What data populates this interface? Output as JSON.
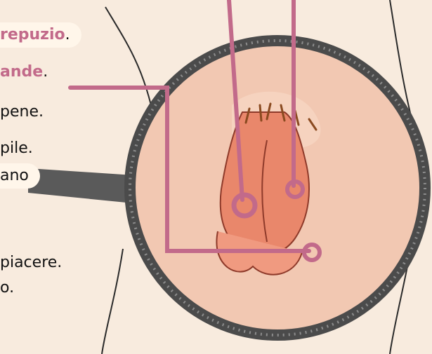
{
  "labels": {
    "prepuzio": {
      "prefix": "",
      "term": "repuzio",
      "suffix": "."
    },
    "glande": {
      "prefix": "",
      "term": "ande",
      "suffix": "."
    },
    "line3": "pene.",
    "line4": "pile.",
    "pill_text": "ano",
    "line6": "piacere.",
    "line7": "o."
  },
  "colors": {
    "background": "#f8ebde",
    "accent": "#c26a8a",
    "pill": "#fff6ea",
    "ring": "#4b4b4b",
    "skin": "#ef8e73"
  }
}
